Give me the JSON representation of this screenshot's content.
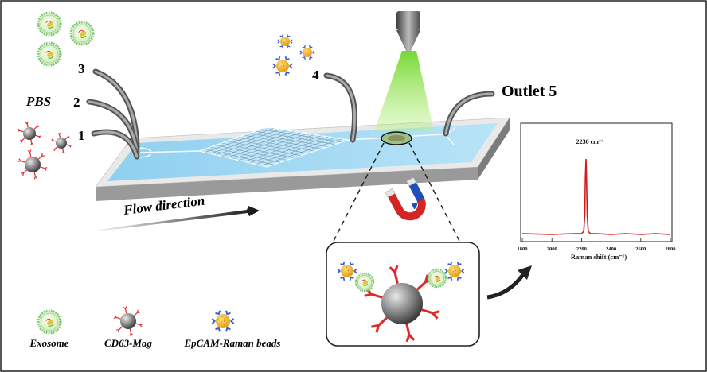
{
  "labels": {
    "inlet_1": "1",
    "inlet_2": "2",
    "inlet_3": "3",
    "inlet_4": "4",
    "pbs": "PBS",
    "outlet": "Outlet 5",
    "flow_direction": "Flow direction"
  },
  "legend": {
    "exosome": "Exosome",
    "cd63_mag": "CD63-Mag",
    "epcam_beads": "EpCAM-Raman beads"
  },
  "colors": {
    "channel": "#9fd6f2",
    "chip_top": "#e6e6e6",
    "chip_side": "#9a9a9a",
    "laser": "#8be04a",
    "spectrum": "#d11a1a",
    "mag_bead": "#6d6d6d",
    "antibody": "#e02a2a",
    "raman_bead": "#f2b622",
    "raman_ab": "#3a5fc9",
    "exosome_ring": "#7dc47a"
  },
  "chart_data": {
    "type": "line",
    "xlabel": "Raman shift (cm⁻¹)",
    "ylabel": "",
    "xlim": [
      1800,
      2800
    ],
    "x_ticks": [
      "1800",
      "2000",
      "2200",
      "2400",
      "2600",
      "2800"
    ],
    "annotation": "2230 cm⁻¹",
    "series": [
      {
        "x": [
          1800,
          2000,
          2150,
          2200,
          2215,
          2222,
          2226,
          2230,
          2234,
          2238,
          2245,
          2260,
          2300,
          2400,
          2500,
          2600,
          2700,
          2800
        ],
        "y": [
          0.05,
          0.05,
          0.05,
          0.06,
          0.08,
          0.3,
          0.75,
          1.0,
          0.75,
          0.3,
          0.08,
          0.06,
          0.05,
          0.05,
          0.05,
          0.05,
          0.05,
          0.05
        ]
      }
    ]
  }
}
